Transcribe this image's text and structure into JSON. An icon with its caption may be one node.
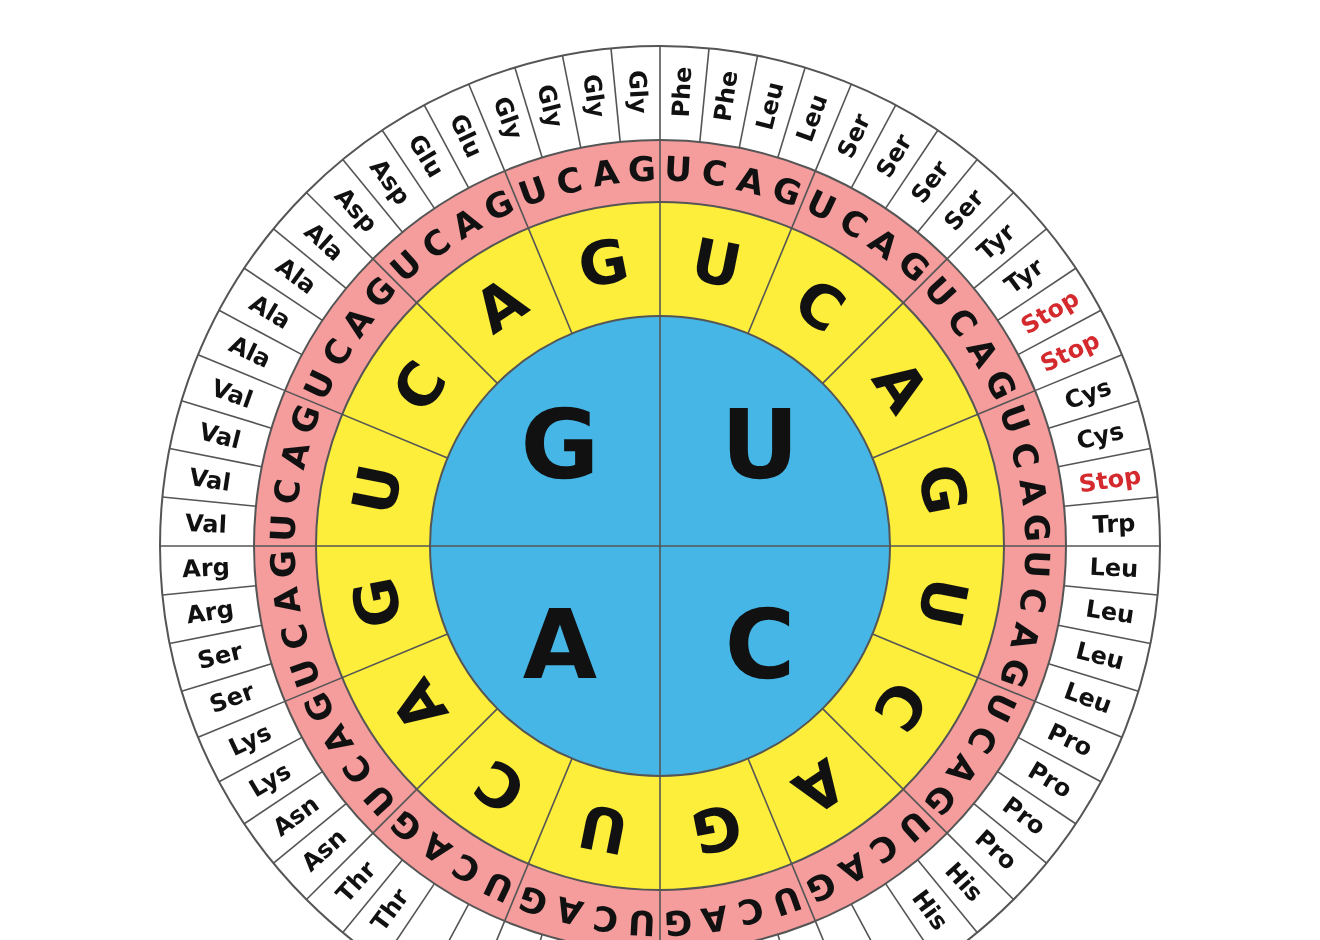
{
  "diagram": {
    "nodes": [
      {
        "text": [
          "G"
        ]
      },
      {
        "text": [
          "U"
        ]
      },
      {
        "text": [
          "A"
        ]
      },
      {
        "text": [
          "C"
        ]
      },
      {
        "text": [
          "U"
        ]
      },
      {
        "text": [
          "C"
        ]
      },
      {
        "text": [
          "A"
        ]
      },
      {
        "text": [
          "G"
        ]
      },
      {
        "text": [
          "U"
        ]
      },
      {
        "text": [
          "C"
        ]
      },
      {
        "text": [
          "A"
        ]
      },
      {
        "text": [
          "G"
        ]
      },
      {
        "text": [
          "U"
        ]
      },
      {
        "text": [
          "C"
        ]
      },
      {
        "text": [
          "A"
        ]
      },
      {
        "text": [
          "G"
        ]
      },
      {
        "text": [
          "U"
        ]
      },
      {
        "text": [
          "C"
        ]
      },
      {
        "text": [
          "A"
        ]
      },
      {
        "text": [
          "G"
        ]
      },
      {
        "text": [
          "U"
        ]
      },
      {
        "text": [
          "C"
        ]
      },
      {
        "text": [
          "A"
        ]
      },
      {
        "text": [
          "G"
        ]
      },
      {
        "text": [
          "U"
        ]
      },
      {
        "text": [
          "C"
        ]
      },
      {
        "text": [
          "A"
        ]
      },
      {
        "text": [
          "G"
        ]
      },
      {
        "text": [
          "U"
        ]
      },
      {
        "text": [
          "C"
        ]
      },
      {
        "text": [
          "A"
        ]
      },
      {
        "text": [
          "G"
        ]
      },
      {
        "text": [
          "U"
        ]
      },
      {
        "text": [
          "C"
        ]
      },
      {
        "text": [
          "A"
        ]
      },
      {
        "text": [
          "G"
        ]
      },
      {
        "text": [
          "U"
        ]
      },
      {
        "text": [
          "C"
        ]
      },
      {
        "text": [
          "A"
        ]
      },
      {
        "text": [
          "G"
        ]
      },
      {
        "text": [
          "U"
        ]
      },
      {
        "text": [
          "C"
        ]
      },
      {
        "text": [
          "A"
        ]
      },
      {
        "text": [
          "G"
        ]
      },
      {
        "text": [
          "U"
        ]
      },
      {
        "text": [
          "C"
        ]
      },
      {
        "text": [
          "A"
        ]
      },
      {
        "text": [
          "G"
        ]
      },
      {
        "text": [
          "U"
        ]
      },
      {
        "text": [
          "C"
        ]
      },
      {
        "text": [
          "A"
        ]
      },
      {
        "text": [
          "G"
        ]
      },
      {
        "text": [
          "U"
        ]
      },
      {
        "text": [
          "C"
        ]
      },
      {
        "text": [
          "A"
        ]
      },
      {
        "text": [
          "G"
        ]
      },
      {
        "text": [
          "U"
        ]
      },
      {
        "text": [
          "C"
        ]
      },
      {
        "text": [
          "A"
        ]
      },
      {
        "text": [
          "G"
        ]
      },
      {
        "text": [
          "U"
        ]
      },
      {
        "text": [
          "C"
        ]
      },
      {
        "text": [
          "A"
        ]
      },
      {
        "text": [
          "G"
        ]
      },
      {
        "text": [
          "U"
        ]
      },
      {
        "text": [
          "C"
        ]
      },
      {
        "text": [
          "A"
        ]
      },
      {
        "text": [
          "G"
        ]
      },
      {
        "text": [
          "U"
        ]
      },
      {
        "text": [
          "C"
        ]
      },
      {
        "text": [
          "A"
        ]
      },
      {
        "text": [
          "G"
        ]
      },
      {
        "text": [
          "U"
        ]
      },
      {
        "text": [
          "C"
        ]
      },
      {
        "text": [
          "A"
        ]
      },
      {
        "text": [
          "G"
        ]
      },
      {
        "text": [
          "U"
        ]
      },
      {
        "text": [
          "C"
        ]
      },
      {
        "text": [
          "A"
        ]
      },
      {
        "text": [
          "G"
        ]
      },
      {
        "text": [
          "U"
        ]
      },
      {
        "text": [
          "C"
        ]
      },
      {
        "text": [
          "A"
        ]
      },
      {
        "text": [
          "G"
        ]
      },
      {
        "text": [
          "Phe"
        ]
      },
      {
        "text": [
          "Phe"
        ]
      },
      {
        "text": [
          "Leu"
        ]
      },
      {
        "text": [
          "Leu"
        ]
      },
      {
        "text": [
          "Ser"
        ]
      },
      {
        "text": [
          "Ser"
        ]
      },
      {
        "text": [
          "Ser"
        ]
      },
      {
        "text": [
          "Ser"
        ]
      },
      {
        "text": [
          "Tyr"
        ]
      },
      {
        "text": [
          "Tyr"
        ]
      },
      {
        "text": [
          "Stop"
        ]
      },
      {
        "text": [
          "Stop"
        ]
      },
      {
        "text": [
          "Cys"
        ]
      },
      {
        "text": [
          "Cys"
        ]
      },
      {
        "text": [
          "Stop"
        ]
      },
      {
        "text": [
          "Trp"
        ]
      },
      {
        "text": [
          "Leu"
        ]
      },
      {
        "text": [
          "Leu"
        ]
      },
      {
        "text": [
          "Leu"
        ]
      },
      {
        "text": [
          "Leu"
        ]
      },
      {
        "text": [
          "Pro"
        ]
      },
      {
        "text": [
          "Pro"
        ]
      },
      {
        "text": [
          "Pro"
        ]
      },
      {
        "text": [
          "Pro"
        ]
      },
      {
        "text": [
          "His"
        ]
      },
      {
        "text": [
          "His"
        ]
      },
      {
        "text": [
          "Thr"
        ]
      },
      {
        "text": [
          "Thr"
        ]
      },
      {
        "text": [
          "Asn"
        ]
      },
      {
        "text": [
          "Asn"
        ]
      },
      {
        "text": [
          "Lys"
        ]
      },
      {
        "text": [
          "Lys"
        ]
      },
      {
        "text": [
          "Ser"
        ]
      },
      {
        "text": [
          "Ser"
        ]
      },
      {
        "text": [
          "Arg"
        ]
      },
      {
        "text": [
          "Arg"
        ]
      },
      {
        "text": [
          "Val"
        ]
      },
      {
        "text": [
          "Val"
        ]
      },
      {
        "text": [
          "Val"
        ]
      },
      {
        "text": [
          "Val"
        ]
      },
      {
        "text": [
          "Ala"
        ]
      },
      {
        "text": [
          "Ala"
        ]
      },
      {
        "text": [
          "Ala"
        ]
      },
      {
        "text": [
          "Ala"
        ]
      },
      {
        "text": [
          "Asp"
        ]
      },
      {
        "text": [
          "Asp"
        ]
      },
      {
        "text": [
          "Glu"
        ]
      },
      {
        "text": [
          "Glu"
        ]
      },
      {
        "text": [
          "Gly"
        ]
      },
      {
        "text": [
          "Gly"
        ]
      },
      {
        "text": [
          "Gly"
        ]
      },
      {
        "text": [
          "Gly"
        ]
      }
    ]
  }
}
